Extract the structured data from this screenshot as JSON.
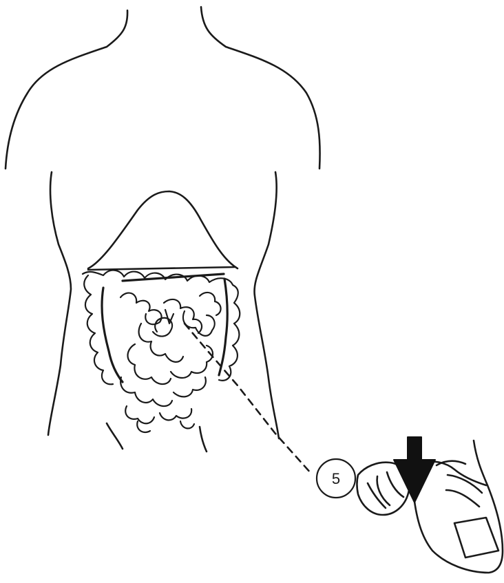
{
  "figure": {
    "callout_number": "5",
    "colors": {
      "line": "#1a1a1a",
      "arrow": "#111111",
      "background": "#ffffff"
    },
    "icons": [
      "torso-outline",
      "intestines",
      "thumb",
      "press-arrow",
      "callout-circle"
    ]
  }
}
